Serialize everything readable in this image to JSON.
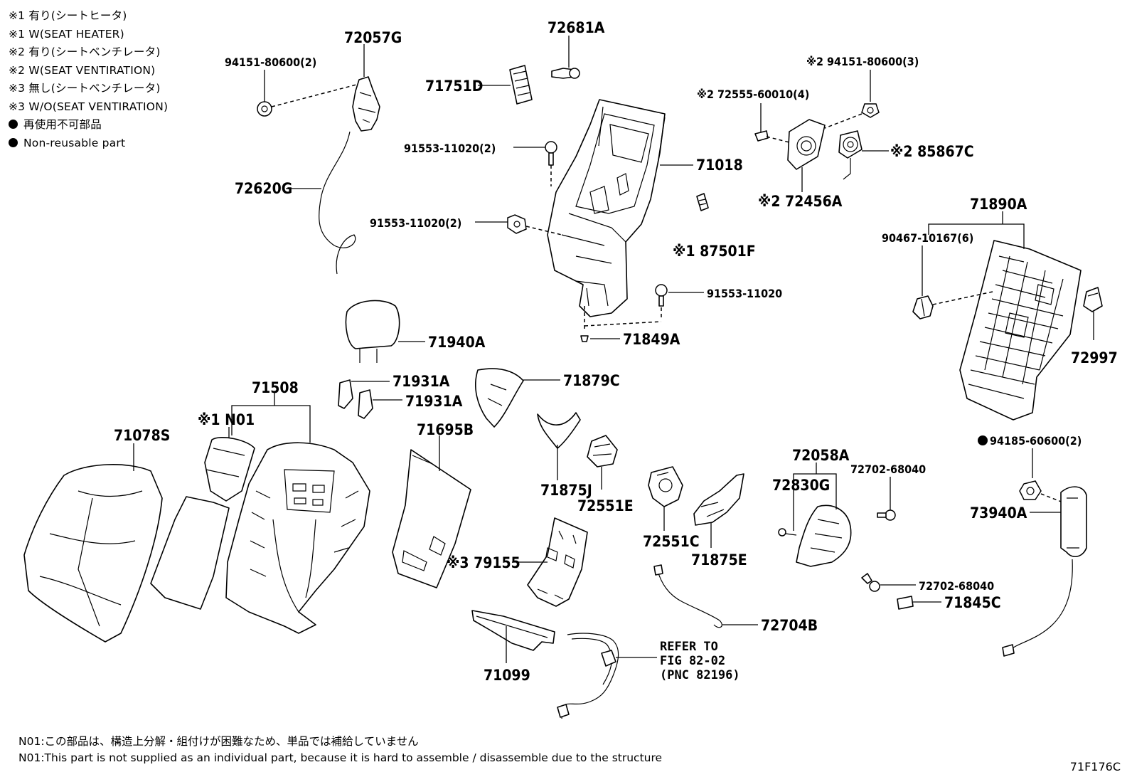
{
  "legend": [
    "※1 有り(シートヒータ)",
    "※1 W(SEAT HEATER)",
    "※2 有り(シートベンチレータ)",
    "※2 W(SEAT VENTIRATION)",
    "※3 無し(シートベンチレータ)",
    "※3 W/O(SEAT VENTIRATION)",
    "再使用不可部品",
    "Non-reusable part"
  ],
  "callouts": {
    "c72057G": "72057G",
    "c94151_2": "94151-80600(2)",
    "c72620G": "72620G",
    "c72681A": "72681A",
    "c71751D": "71751D",
    "c91553_a": "91553-11020(2)",
    "c91553_b": "91553-11020(2)",
    "c91553_c": "91553-11020",
    "c71018": "71018",
    "c72555": "※2 72555-60010(4)",
    "c94151_3": "※2 94151-80600(3)",
    "c85867C": "※2 85867C",
    "c72456A": "※2 72456A",
    "c87501F": "※1 87501F",
    "c71890A": "71890A",
    "c90467": "90467-10167(6)",
    "c72997": "72997",
    "c71849A": "71849A",
    "c71940A": "71940A",
    "c71931A_1": "71931A",
    "c71931A_2": "71931A",
    "c71879C": "71879C",
    "c71508": "71508",
    "cN01": "※1 N01",
    "c71078S": "71078S",
    "c71695B": "71695B",
    "c71875J": "71875J",
    "c72551E": "72551E",
    "c72551C": "72551C",
    "c71875E": "71875E",
    "c72058A": "72058A",
    "c72830G": "72830G",
    "c72702_a": "72702-68040",
    "c72702_b": "72702-68040",
    "c94185": "94185-60600(2)",
    "c73940A": "73940A",
    "c79155": "※3 79155",
    "c71845C": "71845C",
    "c72704B": "72704B",
    "c71099": "71099"
  },
  "refer": [
    "REFER TO",
    "FIG 82-02",
    "(PNC 82196)"
  ],
  "notes": [
    "N01:この部品は、構造上分解・組付けが困難なため、単品では補給していません",
    "N01:This part is not supplied as an individual part, because it is hard to assemble / disassemble due to the structure"
  ],
  "figure_code": "71F176C"
}
